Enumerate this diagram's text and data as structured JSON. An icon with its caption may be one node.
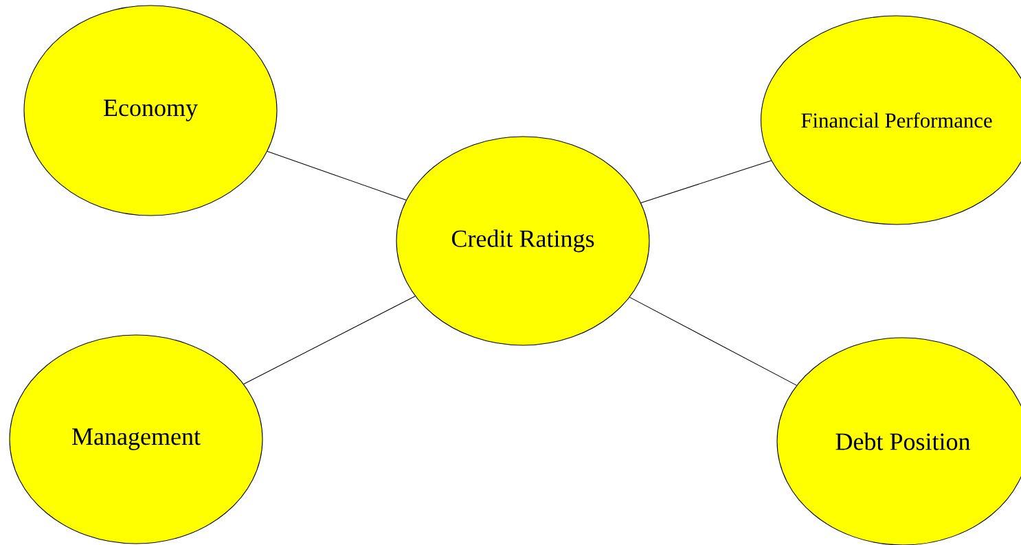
{
  "diagram": {
    "nodes": [
      {
        "text": [
          "Economy"
        ]
      },
      {
        "text": [
          "Financial Performance"
        ]
      },
      {
        "text": [
          "Credit Ratings"
        ]
      },
      {
        "text": [
          "Management"
        ]
      },
      {
        "text": [
          "Debt Position"
        ]
      }
    ],
    "edges": [
      {
        "from": 2,
        "to": 0,
        "arrow": "none"
      },
      {
        "from": 2,
        "to": 1,
        "arrow": "none"
      },
      {
        "from": 2,
        "to": 3,
        "arrow": "none"
      },
      {
        "from": 2,
        "to": 4,
        "arrow": "none"
      }
    ]
  }
}
